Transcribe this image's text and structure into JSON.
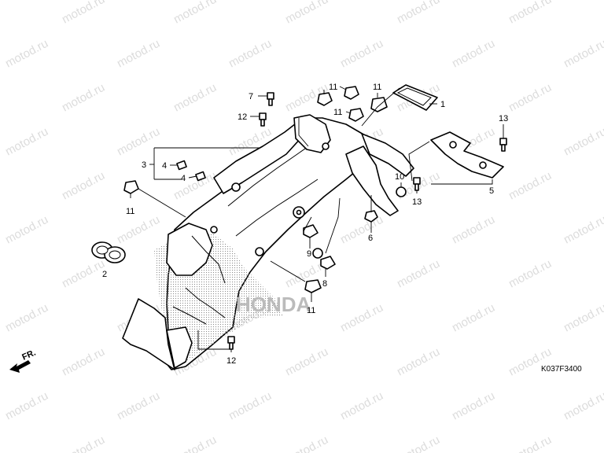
{
  "watermark": "motod.ru",
  "reference_code": "K037F3400",
  "front_marker": "FR.",
  "mudguard_wordmark": "HONDA",
  "callouts": [
    "1",
    "2",
    "3",
    "4",
    "4",
    "5",
    "6",
    "7",
    "8",
    "9",
    "10",
    "11",
    "11",
    "11",
    "11",
    "11",
    "12",
    "12",
    "13",
    "13"
  ]
}
